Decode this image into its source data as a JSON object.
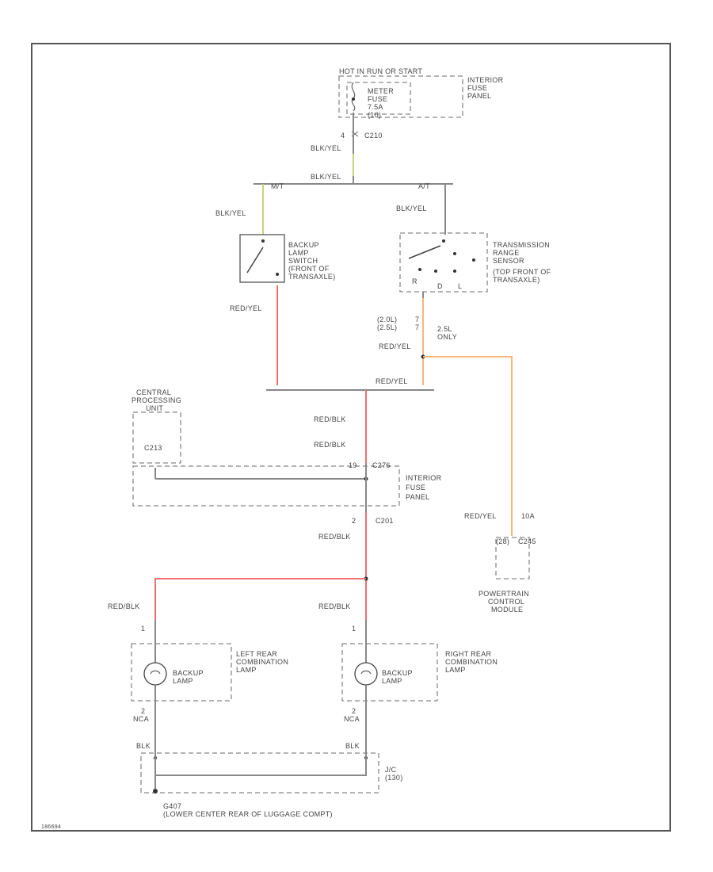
{
  "components": {
    "fuse_top": {
      "header": "HOT IN RUN OR START",
      "fuse_lines": [
        "METER",
        "FUSE",
        "7.5A"
      ],
      "pin": "(10)",
      "panel_lines": [
        "INTERIOR",
        "FUSE",
        "PANEL"
      ]
    },
    "backup_switch": [
      "BACKUP",
      "LAMP",
      "SWITCH",
      "(FRONT OF",
      "TRANSAXLE)"
    ],
    "trs": {
      "lines": [
        "TRANSMISSION",
        "RANGE",
        "SENSOR",
        "(TOP FRONT OF",
        "TRANSAXLE)"
      ],
      "gear_letters": [
        "R",
        "D",
        "L"
      ]
    },
    "cpu": [
      "CENTRAL",
      "PROCESSING",
      "UNIT"
    ],
    "fuse_panel_lower": [
      "INTERIOR",
      "FUSE",
      "PANEL"
    ],
    "pcm": [
      "POWERTRAIN",
      "CONTROL",
      "MODULE"
    ],
    "left_lamp": {
      "bulb": [
        "BACKUP",
        "LAMP"
      ],
      "assembly": [
        "LEFT REAR",
        "COMBINATION",
        "LAMP"
      ]
    },
    "right_lamp": {
      "bulb": [
        "BACKUP",
        "LAMP"
      ],
      "assembly": [
        "RIGHT REAR",
        "COMBINATION",
        "LAMP"
      ]
    },
    "jc": [
      "J/C",
      "(130)"
    ],
    "ground": [
      "G407",
      "(LOWER CENTER REAR OF LUGGAGE COMPT)"
    ]
  },
  "connectors": {
    "c210": "C210",
    "c210_pin": "4",
    "mt": "M/T",
    "at": "A/T",
    "c213": "C213",
    "c276": "C276",
    "c276_pin": "19",
    "c201": "C201",
    "c201_pin": "2",
    "c245": "C245",
    "c245_pin": "(28)",
    "pcm_pin": "10A",
    "lamp_pin_top": "1",
    "lamp_pin_bot": "2",
    "trs_note_1": "(2.0L)",
    "trs_note_2": "(2.5L)",
    "trs_pin_1": "7",
    "trs_pin_2": "7",
    "trs_only": [
      "2.5L",
      "ONLY"
    ]
  },
  "wires": {
    "w_blkyel_1": "BLK/YEL",
    "w_blkyel_2": "BLK/YEL",
    "w_blkyel_3": "BLK/YEL",
    "w_blkyel_4": "BLK/YEL",
    "w_redyel_1": "RED/YEL",
    "w_redyel_2": "RED/YEL",
    "w_redyel_3": "RED/YEL",
    "w_redyel_4": "RED/YEL",
    "w_redblk_1": "RED/BLK",
    "w_redblk_2": "RED/BLK",
    "w_redblk_3": "RED/BLK",
    "w_redblk_4": "RED/BLK",
    "w_redblk_5": "RED/BLK",
    "w_nca_1": "NCA",
    "w_nca_2": "NCA",
    "w_blk_1": "BLK",
    "w_blk_2": "BLK"
  },
  "colors": {
    "frame": "#555555",
    "wire_gray": "#888888",
    "wire_yellow_green": "#c8d27a",
    "wire_red": "#f07070",
    "wire_orange": "#f5b87a",
    "text": "#444444"
  },
  "footer_code": "186694"
}
